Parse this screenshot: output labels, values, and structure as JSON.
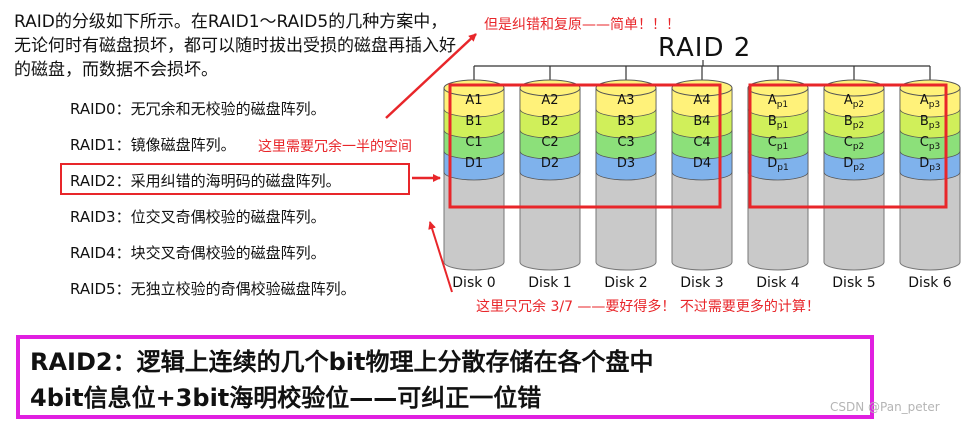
{
  "intro": "RAID的分级如下所示。在RAID1～RAID5的几种方案中，无论何时有磁盘损坏，都可以随时拔出受损的磁盘再插入好的磁盘，而数据不会损坏。",
  "levels": [
    "RAID0：无冗余和无校验的磁盘阵列。",
    "RAID1：镜像磁盘阵列。",
    "RAID2：采用纠错的海明码的磁盘阵列。",
    "RAID3：位交叉奇偶校验的磁盘阵列。",
    "RAID4：块交叉奇偶校验的磁盘阵列。",
    "RAID5：无独立校验的奇偶校验磁盘阵列。"
  ],
  "annotations": {
    "top": "但是纠错和复原——简单！！！",
    "raid1": "这里需要冗余一半的空间",
    "bottom": "这里只冗余 3/7 ——要好得多！ 不过需要更多的计算！"
  },
  "diagram": {
    "title": "RAID 2",
    "disks": [
      {
        "label": "Disk 0",
        "blocks": [
          [
            "A1",
            ""
          ],
          [
            "B1",
            ""
          ],
          [
            "C1",
            ""
          ],
          [
            "D1",
            ""
          ]
        ]
      },
      {
        "label": "Disk 1",
        "blocks": [
          [
            "A2",
            ""
          ],
          [
            "B2",
            ""
          ],
          [
            "C2",
            ""
          ],
          [
            "D2",
            ""
          ]
        ]
      },
      {
        "label": "Disk 2",
        "blocks": [
          [
            "A3",
            ""
          ],
          [
            "B3",
            ""
          ],
          [
            "C3",
            ""
          ],
          [
            "D3",
            ""
          ]
        ]
      },
      {
        "label": "Disk 3",
        "blocks": [
          [
            "A4",
            ""
          ],
          [
            "B4",
            ""
          ],
          [
            "C4",
            ""
          ],
          [
            "D4",
            ""
          ]
        ]
      },
      {
        "label": "Disk 4",
        "blocks": [
          [
            "A",
            "p1"
          ],
          [
            "B",
            "p1"
          ],
          [
            "C",
            "p1"
          ],
          [
            "D",
            "p1"
          ]
        ]
      },
      {
        "label": "Disk 5",
        "blocks": [
          [
            "A",
            "p2"
          ],
          [
            "B",
            "p2"
          ],
          [
            "C",
            "p2"
          ],
          [
            "D",
            "p2"
          ]
        ]
      },
      {
        "label": "Disk 6",
        "blocks": [
          [
            "A",
            "p3"
          ],
          [
            "B",
            "p3"
          ],
          [
            "C",
            "p3"
          ],
          [
            "D",
            "p3"
          ]
        ]
      }
    ],
    "row_colors": [
      "#fff27a",
      "#d0ef5a",
      "#8ce07a",
      "#7fb2ec"
    ],
    "disk_body_color": "#c9c9c9",
    "highlight_color": "#e8262a"
  },
  "summary": {
    "line1": "RAID2：逻辑上连续的几个bit物理上分散存储在各个盘中",
    "line2": "4bit信息位+3bit海明校验位——可纠正一位错"
  },
  "watermark": "CSDN @Pan_peter"
}
